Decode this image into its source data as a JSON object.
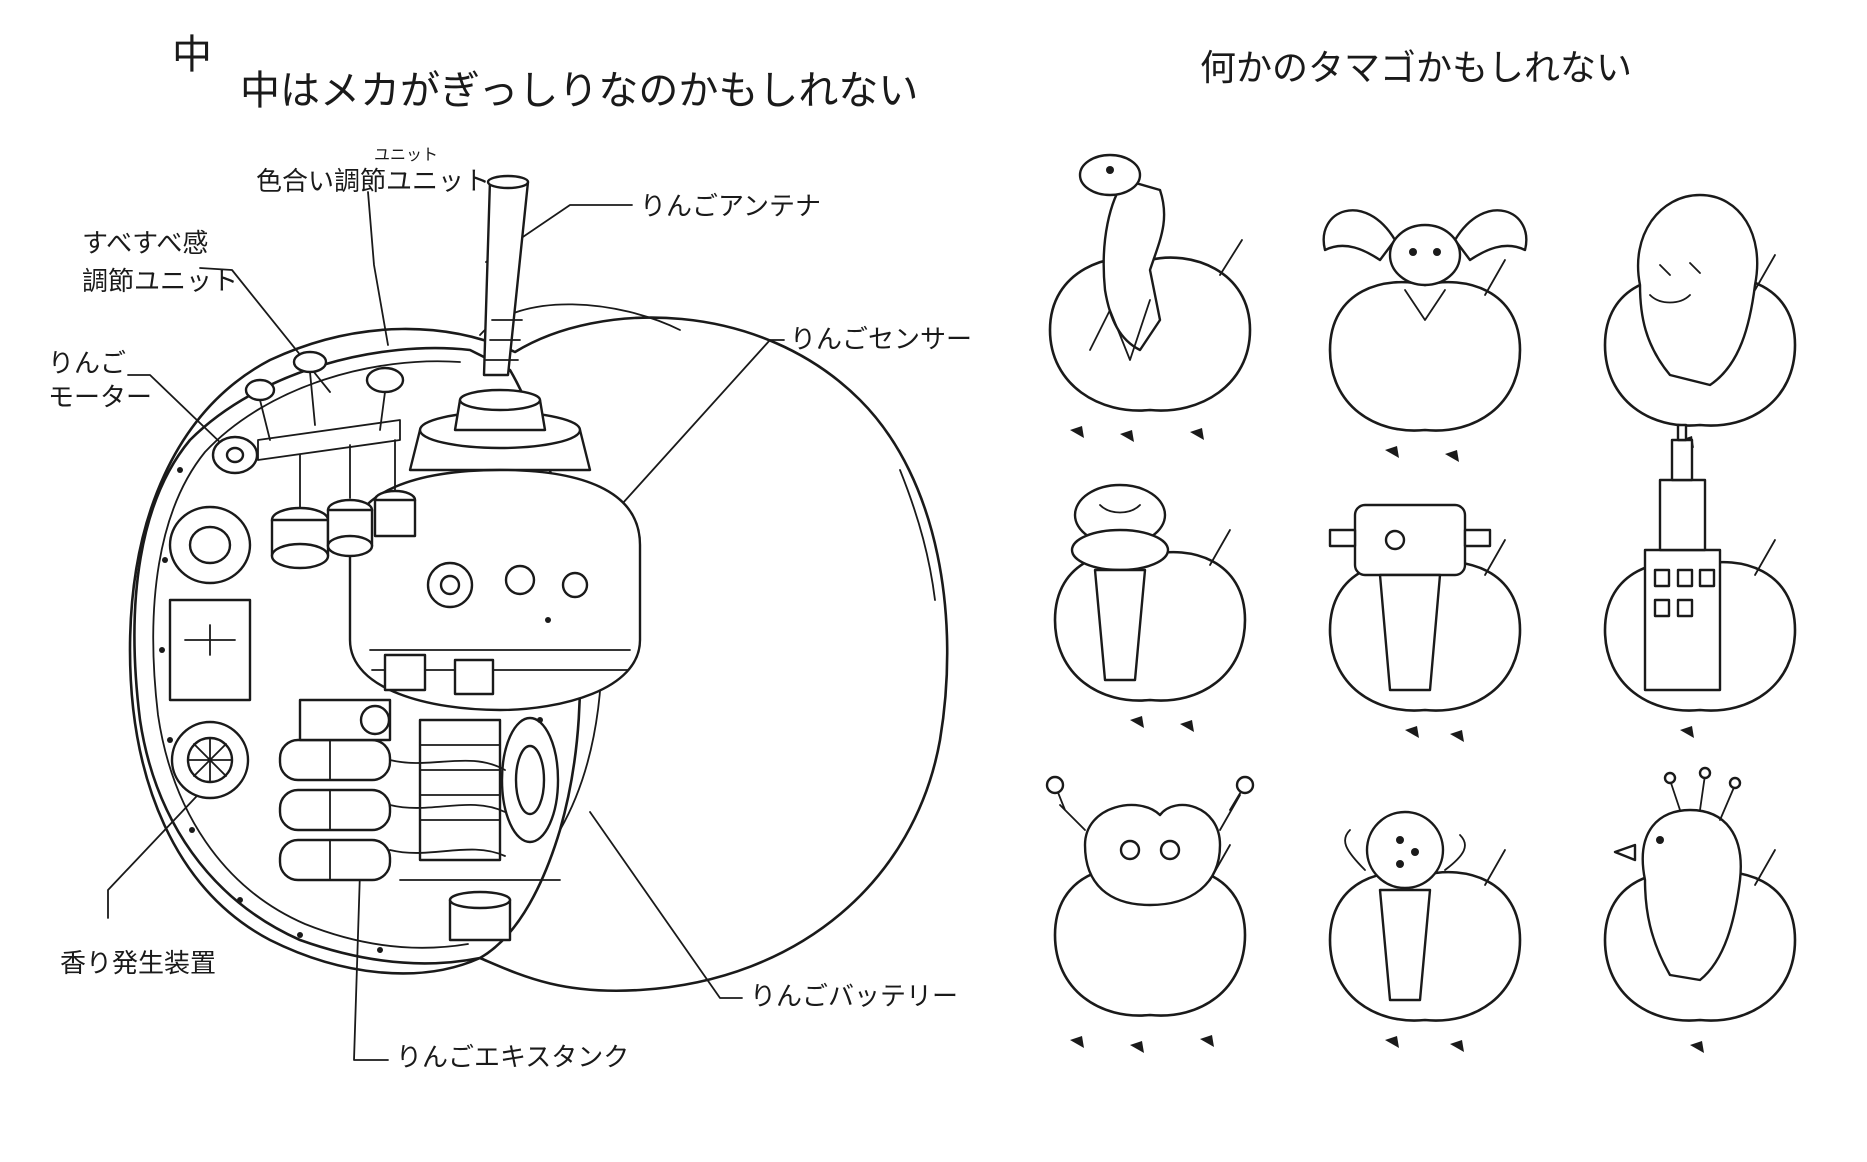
{
  "page": {
    "mark": "中",
    "left_title": "中はメカがぎっしりなのかもしれない",
    "right_title": "何かのタマゴかもしれない"
  },
  "callouts": {
    "color_adjust_ruby": "ユニット",
    "color_adjust": "色合い調節ユニット",
    "smooth_line1": "すべすべ感",
    "smooth_line2": "調節ユニット",
    "motor_line1": "りんご",
    "motor_line2": "モーター",
    "antenna": "りんごアンテナ",
    "sensor": "りんごセンサー",
    "aroma": "香り発生装置",
    "battery": "りんごバッテリー",
    "extract_tank": "りんごエキスタンク"
  },
  "colors": {
    "ink": "#1a1a1a",
    "paper": "#ffffff"
  }
}
